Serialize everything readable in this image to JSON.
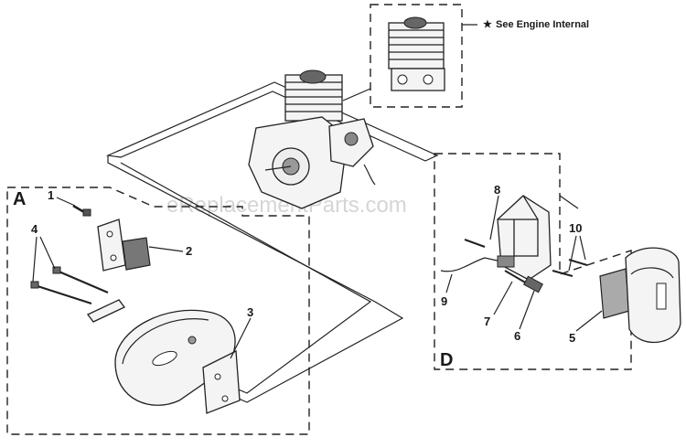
{
  "note": {
    "symbol": "★",
    "text": "See Engine Internal"
  },
  "sections": [
    "A",
    "D"
  ],
  "callouts": [
    "1",
    "2",
    "3",
    "4",
    "5",
    "6",
    "7",
    "8",
    "9",
    "10"
  ],
  "watermark": "eReplacementParts.com"
}
